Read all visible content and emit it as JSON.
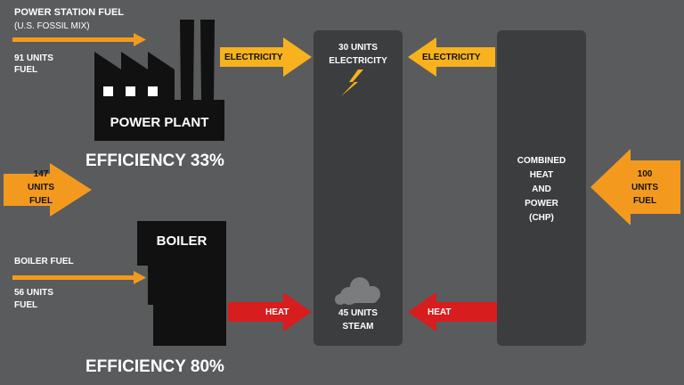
{
  "colors": {
    "background": "#5a5b5d",
    "panel": "#3c3d3f",
    "orange": "#f39a1e",
    "yellow": "#f7b21d",
    "red": "#d71d1d",
    "black": "#111111",
    "steam": "#7b7c7e"
  },
  "power_station": {
    "title": "POWER STATION FUEL",
    "subtitle": "(U.S. FOSSIL MIX)",
    "units_line1": "91 UNITS",
    "units_line2": "FUEL",
    "plant_label": "POWER PLANT",
    "efficiency": "EFFICIENCY 33%"
  },
  "total_input": {
    "line1": "147",
    "line2": "UNITS",
    "line3": "FUEL"
  },
  "boiler": {
    "fuel_label": "BOILER FUEL",
    "units_line1": "56 UNITS",
    "units_line2": "FUEL",
    "label": "BOILER",
    "efficiency": "EFFICIENCY 80%"
  },
  "center_panel": {
    "electricity_line1": "30 UNITS",
    "electricity_line2": "ELECTRICITY",
    "steam_line1": "45 UNITS",
    "steam_line2": "STEAM",
    "bolt_icon": "lightning-bolt-icon",
    "steam_icon": "steam-cloud-icon"
  },
  "arrows": {
    "electricity_left": "ELECTRICITY",
    "electricity_right": "ELECTRICITY",
    "heat_left": "HEAT",
    "heat_right": "HEAT"
  },
  "chp": {
    "line1": "COMBINED",
    "line2": "HEAT",
    "line3": "AND",
    "line4": "POWER",
    "line5": "(CHP)"
  },
  "chp_input": {
    "line1": "100",
    "line2": "UNITS",
    "line3": "FUEL"
  }
}
